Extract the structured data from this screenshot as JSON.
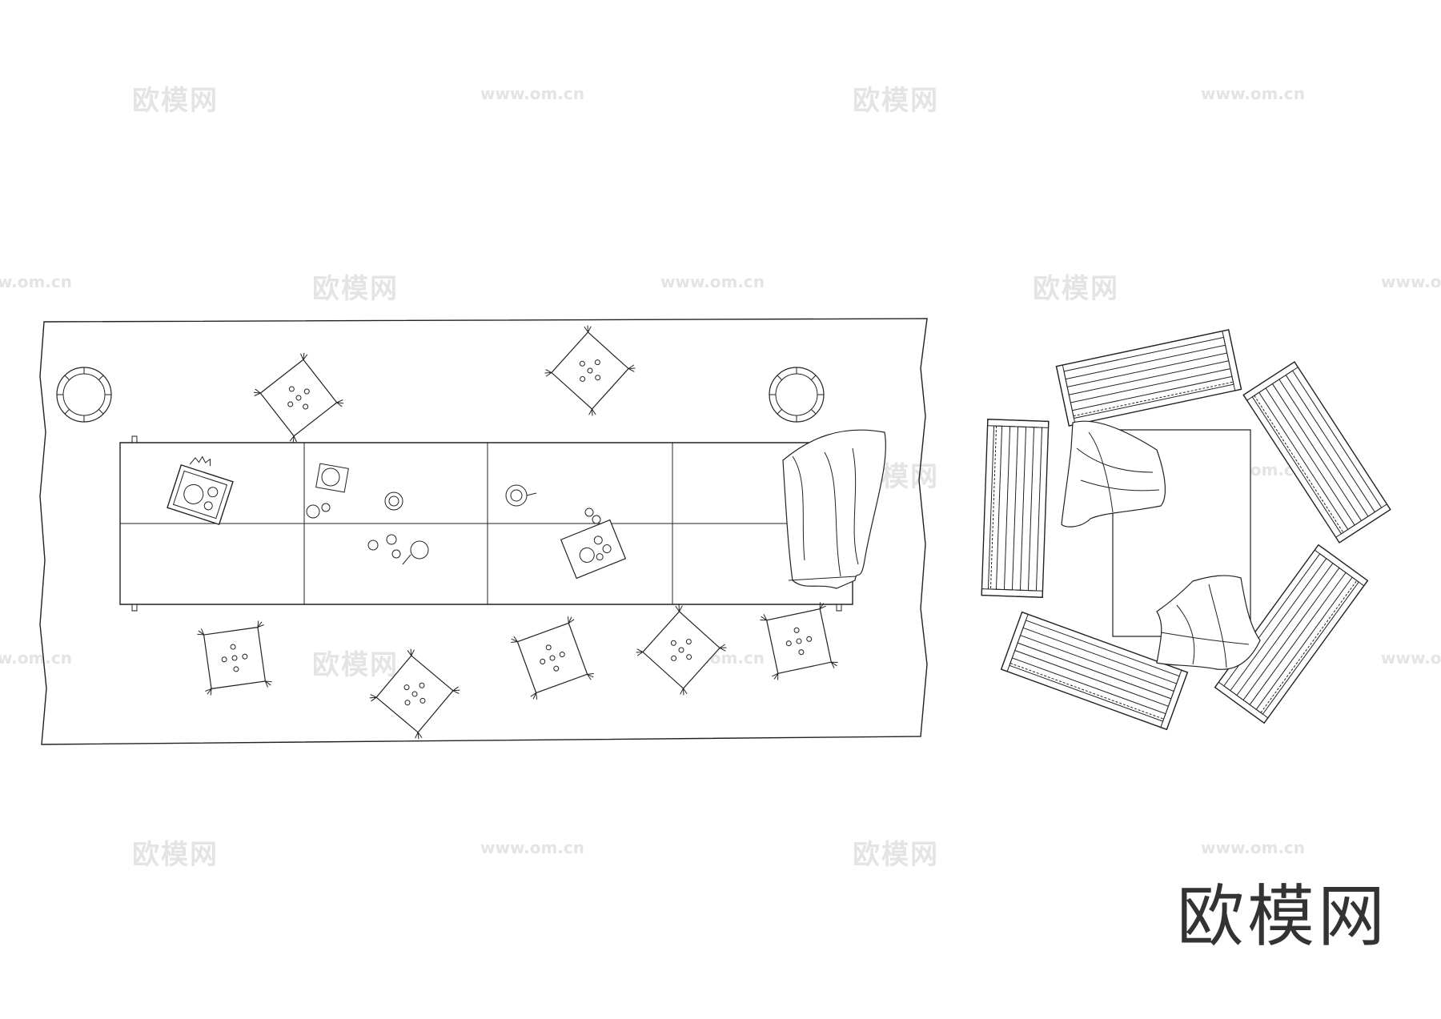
{
  "logo": {
    "text": "欧模网"
  },
  "watermarks": {
    "cn": "欧模网",
    "url": "www.om.cn"
  },
  "colors": {
    "line": "#222222",
    "watermark": "#e4e4e4",
    "logo": "#333333",
    "background": "#ffffff"
  }
}
